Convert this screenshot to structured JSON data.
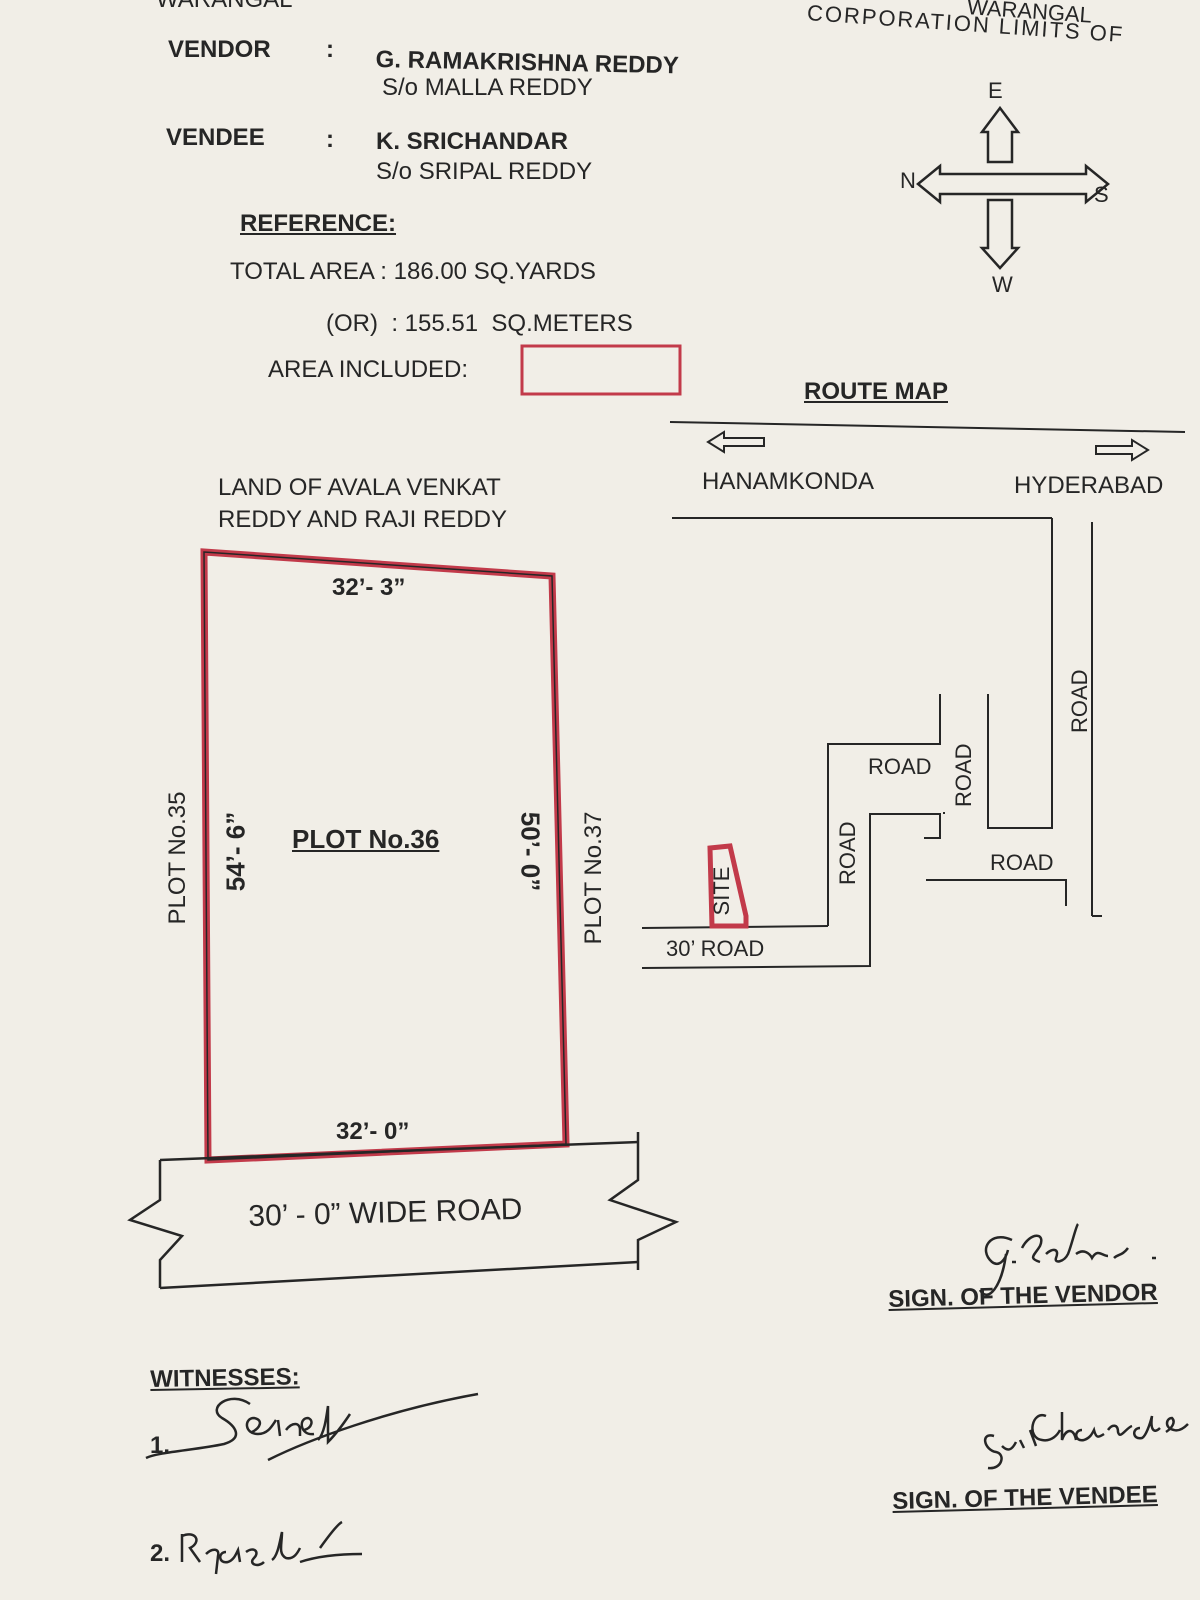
{
  "header": {
    "left_cut": "WARANGAL",
    "right_line1": "WARANGAL",
    "right_line2": "CORPORATION LIMITS OF"
  },
  "vendor": {
    "label": "VENDOR",
    "colon": ":",
    "name": "G. RAMAKRISHNA REDDY",
    "relation": "S/o MALLA REDDY"
  },
  "vendee": {
    "label": "VENDEE",
    "colon": ":",
    "name": "K. SRICHANDAR",
    "relation": "S/o SRIPAL REDDY"
  },
  "reference": {
    "title": "REFERENCE:",
    "total_area": "TOTAL AREA : 186.00 SQ.YARDS",
    "or_area": "(OR)  : 155.51  SQ.METERS",
    "area_included": "AREA  INCLUDED:"
  },
  "compass": {
    "east": "E",
    "west": "W",
    "north": "N",
    "south": "S"
  },
  "plan": {
    "north_neighbour_1": "LAND OF AVALA VENKAT",
    "north_neighbour_2": "REDDY AND RAJI REDDY",
    "top_dim": "32’- 3”",
    "bottom_dim": "32’- 0”",
    "left_dim": "54’- 6”",
    "right_dim": "50’- 0”",
    "plot": "PLOT No.36",
    "left_plot": "PLOT No.35",
    "right_plot": "PLOT No.37",
    "road": "30’ - 0” WIDE ROAD"
  },
  "route_map": {
    "title": "ROUTE MAP",
    "left_dest": "HANAMKONDA",
    "right_dest": "HYDERABAD",
    "site": "SITE",
    "road_30": "30’ ROAD",
    "road": "ROAD"
  },
  "signatures": {
    "vendor_label": "SIGN. OF THE VENDOR",
    "vendee_label": "SIGN. OF THE VENDEE",
    "witnesses": "WITNESSES:",
    "w1": "1.",
    "w2": "2."
  },
  "colors": {
    "plot_outline": "#c23a4a",
    "ink": "#262626"
  }
}
